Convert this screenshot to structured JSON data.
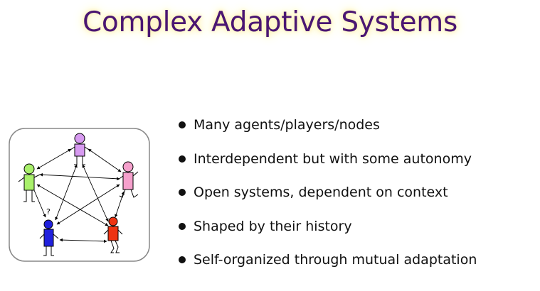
{
  "slide": {
    "title": "Complex Adaptive Systems",
    "bullets": [
      "Many agents/players/nodes",
      "Interdependent but with some autonomy",
      "Open systems, dependent on context",
      "Shaped by their history",
      "Self-organized through mutual adaptation"
    ]
  },
  "diagram": {
    "question_mark": "?",
    "agents": [
      {
        "name": "purple",
        "color": "#d79af0"
      },
      {
        "name": "green",
        "color": "#a9f06b"
      },
      {
        "name": "pink",
        "color": "#f5a0cc"
      },
      {
        "name": "blue",
        "color": "#2020dd"
      },
      {
        "name": "red",
        "color": "#ee3311"
      }
    ]
  }
}
